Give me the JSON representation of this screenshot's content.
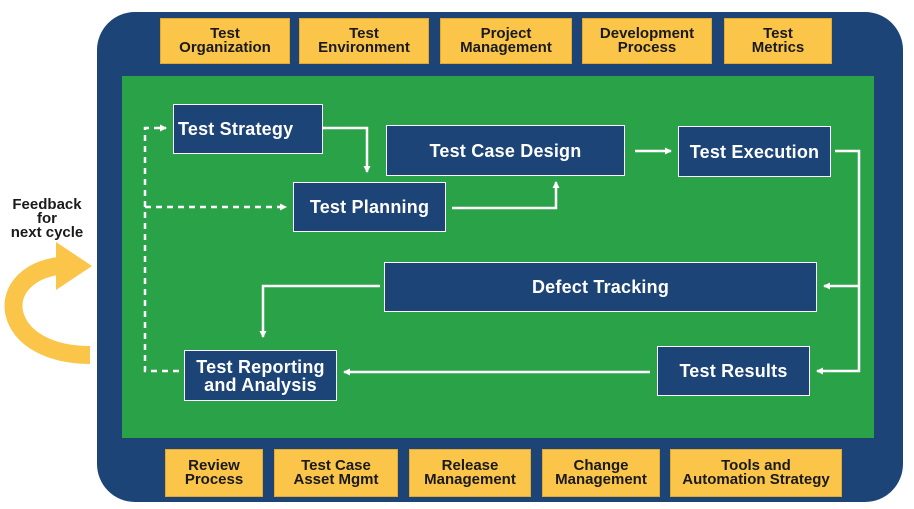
{
  "top_tabs": [
    [
      "Test",
      "Organization"
    ],
    [
      "Test",
      "Environment"
    ],
    [
      "Project",
      "Management"
    ],
    [
      "Development",
      "Process"
    ],
    [
      "Test",
      "Metrics"
    ]
  ],
  "bottom_tabs": [
    [
      "Review",
      "Process"
    ],
    [
      "Test Case",
      "Asset Mgmt"
    ],
    [
      "Release",
      "Management"
    ],
    [
      "Change",
      "Management"
    ],
    [
      "Tools and",
      "Automation Strategy"
    ]
  ],
  "boxes": {
    "test_strategy": "Test Strategy",
    "test_planning": "Test Planning",
    "test_case_design": "Test Case Design",
    "test_execution": "Test Execution",
    "defect_tracking": "Defect Tracking",
    "test_results": "Test Results",
    "test_reporting": [
      "Test Reporting",
      "and Analysis"
    ]
  },
  "feedback": [
    "Feedback",
    "for",
    "next cycle"
  ],
  "colors": {
    "frame": "#1c4476",
    "panel": "#2aa247",
    "tab": "#fbc54a",
    "arrow": "#fbc54a"
  }
}
